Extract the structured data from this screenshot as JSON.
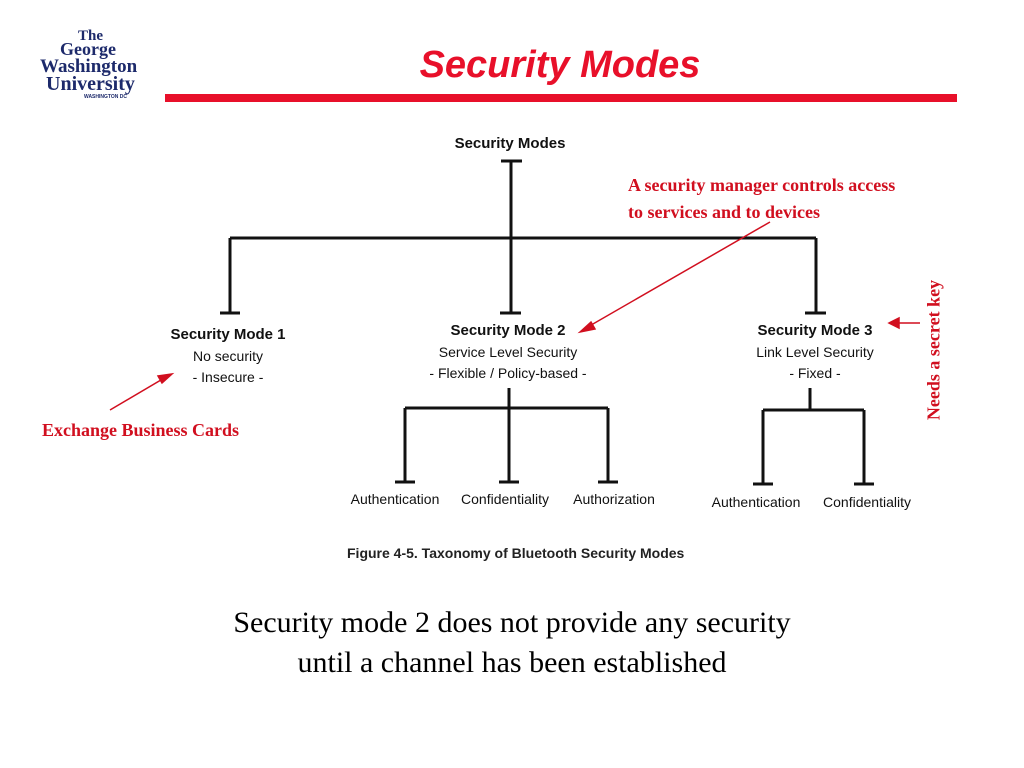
{
  "header": {
    "logo_lines": [
      "The",
      "George",
      "Washington",
      "University",
      "WASHINGTON DC"
    ],
    "title": "Security Modes",
    "brand_color": "#e8102a"
  },
  "diagram": {
    "root": "Security Modes",
    "modes": [
      {
        "title": "Security Mode 1",
        "lines": [
          "No security",
          "- Insecure -"
        ]
      },
      {
        "title": "Security Mode 2",
        "lines": [
          "Service Level Security",
          "- Flexible / Policy-based -"
        ],
        "children": [
          "Authentication",
          "Confidentiality",
          "Authorization"
        ]
      },
      {
        "title": "Security Mode 3",
        "lines": [
          "Link Level Security",
          "- Fixed -"
        ],
        "children": [
          "Authentication",
          "Confidentiality"
        ]
      }
    ],
    "caption": "Figure 4-5. Taxonomy of Bluetooth Security Modes"
  },
  "annotations": {
    "manager": [
      "A security manager controls access",
      "to services and to devices"
    ],
    "cards": "Exchange Business Cards",
    "secret_key": "Needs a secret key",
    "color": "#d10f1f"
  },
  "footer": {
    "lines": [
      "Security mode 2 does not provide any security",
      "until a channel has been established"
    ]
  }
}
